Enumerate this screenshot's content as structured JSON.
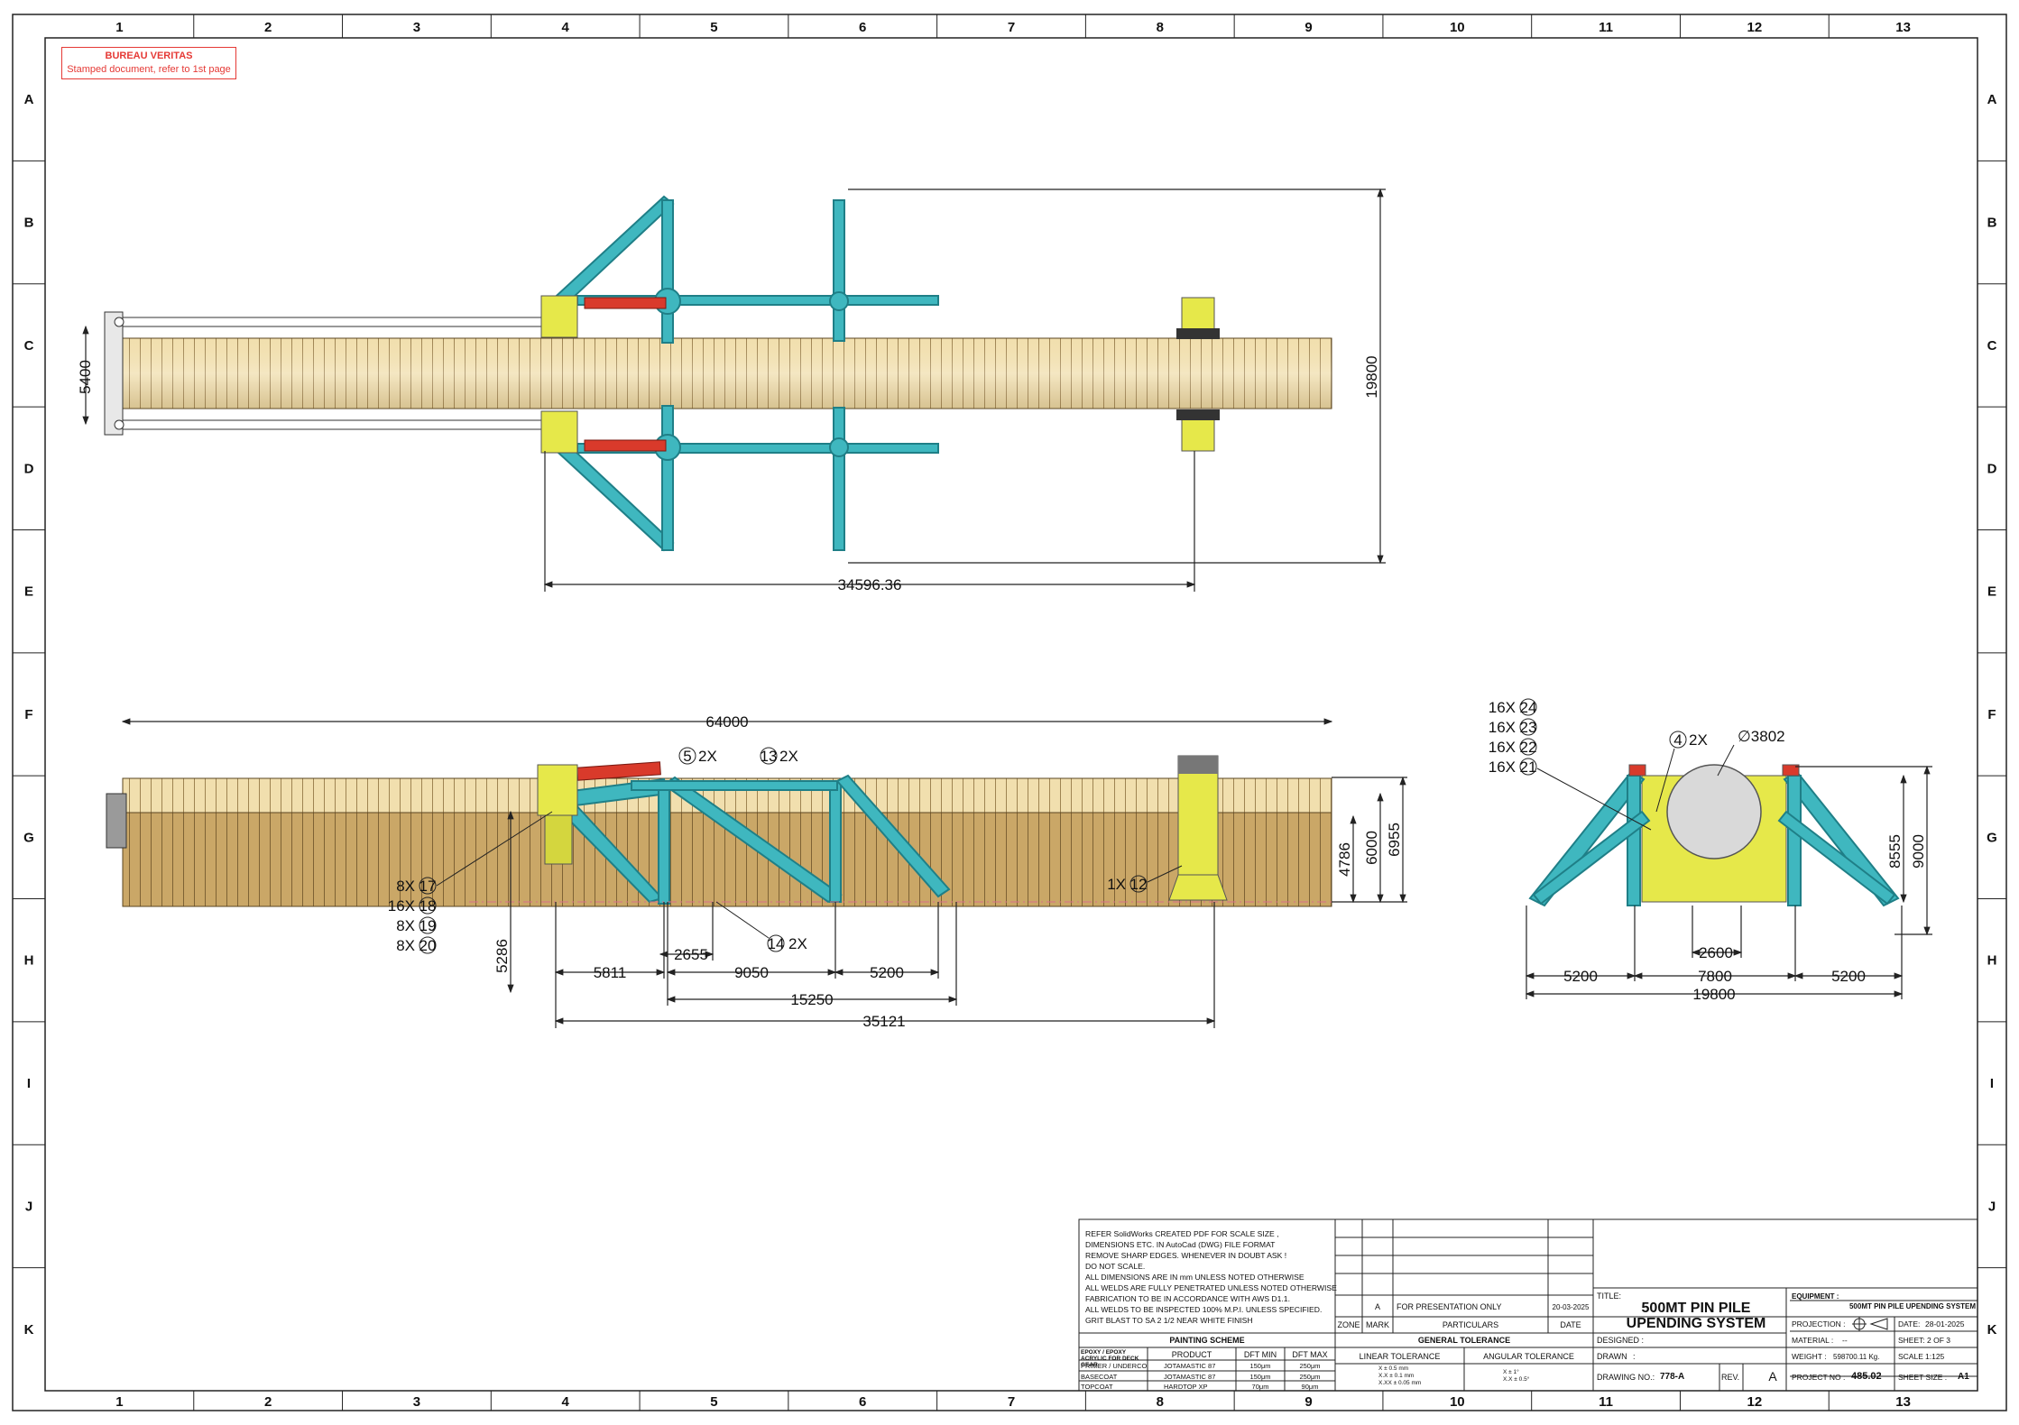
{
  "stamp": {
    "title": "BUREAU VERITAS",
    "subtitle": "Stamped document, refer to 1st page"
  },
  "zones": {
    "columns": [
      "1",
      "2",
      "3",
      "4",
      "5",
      "6",
      "7",
      "8",
      "9",
      "10",
      "11",
      "12",
      "13"
    ],
    "rows": [
      "A",
      "B",
      "C",
      "D",
      "E",
      "F",
      "G",
      "H",
      "I",
      "J",
      "K"
    ]
  },
  "plan_view": {
    "dims": {
      "width_5400": "5400",
      "height_19800": "19800",
      "len_34596": "34596.36"
    }
  },
  "side_view": {
    "dims": {
      "overall_64000": "64000",
      "h_4786": "4786",
      "h_6000": "6000",
      "h_6955": "6955",
      "h_5286": "5286",
      "d_5811": "5811",
      "d_2655": "2655",
      "d_9050": "9050",
      "d_5200": "5200",
      "d_15250": "15250",
      "d_35121": "35121"
    },
    "callouts": [
      {
        "qty": "2X",
        "item": "5"
      },
      {
        "qty": "2X",
        "item": "13"
      },
      {
        "qty": "8X",
        "item": "17"
      },
      {
        "qty": "16X",
        "item": "18"
      },
      {
        "qty": "8X",
        "item": "19"
      },
      {
        "qty": "8X",
        "item": "20"
      },
      {
        "qty": "2X",
        "item": "14"
      },
      {
        "qty": "1X",
        "item": "12"
      }
    ]
  },
  "end_view": {
    "dims": {
      "dia": "∅3802",
      "h_8555": "8555",
      "h_9000": "9000",
      "w_2600": "2600",
      "w_5200a": "5200",
      "w_7800": "7800",
      "w_5200b": "5200",
      "w_19800": "19800"
    },
    "callouts": [
      {
        "qty": "16X",
        "item": "24"
      },
      {
        "qty": "16X",
        "item": "23"
      },
      {
        "qty": "16X",
        "item": "22"
      },
      {
        "qty": "16X",
        "item": "21"
      },
      {
        "qty": "2X",
        "item": "4"
      }
    ]
  },
  "title_block": {
    "notes": [
      "REFER SolidWorks CREATED PDF FOR SCALE SIZE ,",
      "DIMENSIONS ETC. IN AutoCad (DWG) FILE FORMAT",
      "REMOVE SHARP EDGES.  WHENEVER IN DOUBT ASK !",
      "DO NOT SCALE.",
      "ALL DIMENSIONS ARE IN mm UNLESS NOTED OTHERWISE",
      "ALL WELDS ARE FULLY PENETRATED UNLESS NOTED OTHERWISE",
      "FABRICATION TO BE IN ACCORDANCE WITH AWS D1.1.",
      "ALL WELDS TO BE INSPECTED 100% M.P.I. UNLESS SPECIFIED.",
      "GRIT BLAST TO SA 2 1/2 NEAR WHITE FINISH"
    ],
    "painting": {
      "title": "PAINTING SCHEME",
      "header": [
        "EPOXY / EPOXY ACRYLIC FOR DECK GEAR",
        "PRODUCT",
        "DFT MIN",
        "DFT MAX"
      ],
      "rows": [
        [
          "PRIMER / UNDERCOAT",
          "JOTAMASTIC 87",
          "150μm",
          "250μm"
        ],
        [
          "BASECOAT",
          "JOTAMASTIC 87",
          "150μm",
          "250μm"
        ],
        [
          "TOPCOAT",
          "HARDTOP XP",
          "70μm",
          "90μm"
        ]
      ]
    },
    "revision": {
      "zone": "",
      "mark": "A",
      "particulars": "FOR PRESENTATION ONLY",
      "date": "20-03-2025",
      "head_zone": "ZONE",
      "head_mark": "MARK",
      "head_particulars": "PARTICULARS",
      "head_date": "DATE"
    },
    "tolerance": {
      "title": "GENERAL TOLERANCE",
      "linear_label": "LINEAR TOLERANCE",
      "angular_label": "ANGULAR TOLERANCE",
      "linear": [
        "X     ± 0.5 mm",
        "X.X   ± 0.1 mm",
        "X.XX  ± 0.05 mm"
      ],
      "angular": [
        "X      ± 1°",
        "X.X    ± 0.5°"
      ]
    },
    "title_label": "TITLE:",
    "title_line1": "500MT PIN PILE",
    "title_line2": "UPENDING SYSTEM",
    "designed_label": "DESIGNED :",
    "drawn_label": "DRAWN",
    "drawn_value": ":",
    "drawing_no_label": "DRAWING NO.:",
    "drawing_no": "778-A",
    "rev_label": "REV.",
    "rev": "A",
    "equipment_label": "EQUIPMENT :",
    "equipment": "500MT PIN PILE UPENDING SYSTEM",
    "projection_label": "PROJECTION :",
    "date_label": "DATE:",
    "date": "28-01-2025",
    "material_label": "MATERIAL :",
    "material": "--",
    "sheet_label": "SHEET:",
    "sheet": "2 OF 3",
    "weight_label": "WEIGHT :",
    "weight": "598700.11 Kg.",
    "scale_label": "SCALE",
    "scale": "1:125",
    "project_label": "PROJECT NO :",
    "project_no": "485.02",
    "sheet_size_label": "SHEET SIZE :",
    "sheet_size": "A1"
  },
  "colors": {
    "pile_light": "#f3e3b8",
    "pile_dark": "#c9a96a",
    "frame": "#3fb7bf",
    "frame_dark": "#1f7f87",
    "yellow": "#e6e84a",
    "cylinder": "#d93a2b",
    "stamp_red": "#e53935"
  }
}
